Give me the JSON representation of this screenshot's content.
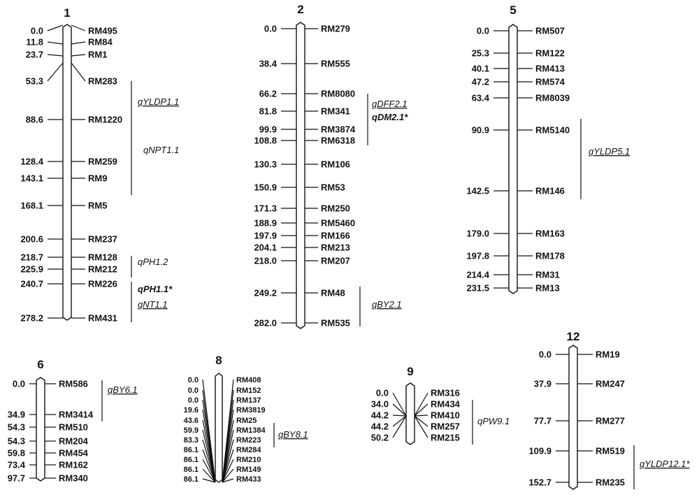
{
  "chromosomes": [
    {
      "id": "chr1",
      "title": "1",
      "small": false,
      "markers": [
        {
          "pos": "0.0",
          "name": "RM495"
        },
        {
          "pos": "11.8",
          "name": "RM84"
        },
        {
          "pos": "23.7",
          "name": "RM1"
        },
        {
          "pos": "53.3",
          "name": "RM283"
        },
        {
          "pos": "88.6",
          "name": "RM1220"
        },
        {
          "pos": "128.4",
          "name": "RM259"
        },
        {
          "pos": "143.1",
          "name": "RM9"
        },
        {
          "pos": "168.1",
          "name": "RM5"
        },
        {
          "pos": "200.6",
          "name": "RM237"
        },
        {
          "pos": "218.7",
          "name": "RM128"
        },
        {
          "pos": "225.9",
          "name": "RM212"
        },
        {
          "pos": "240.7",
          "name": "RM226"
        },
        {
          "pos": "278.2",
          "name": "RM431"
        }
      ],
      "qtls": [
        {
          "labels": [
            {
              "text": "qYLDP1.1",
              "underline": true,
              "bold": false
            }
          ]
        },
        {
          "labels": [
            {
              "text": "qNPT1.1",
              "underline": false,
              "bold": false
            }
          ]
        },
        {
          "labels": [
            {
              "text": "qPH1.2",
              "underline": false,
              "bold": false
            }
          ]
        },
        {
          "labels": [
            {
              "text": "qPH1.1*",
              "underline": false,
              "bold": true
            },
            {
              "text": "qNT1.1",
              "underline": true,
              "bold": false
            }
          ]
        }
      ]
    },
    {
      "id": "chr2",
      "title": "2",
      "small": false,
      "markers": [
        {
          "pos": "0.0",
          "name": "RM279"
        },
        {
          "pos": "38.4",
          "name": "RM555"
        },
        {
          "pos": "66.2",
          "name": "RM8080"
        },
        {
          "pos": "81.8",
          "name": "RM341"
        },
        {
          "pos": "99.9",
          "name": "RM3874"
        },
        {
          "pos": "108.8",
          "name": "RM6318"
        },
        {
          "pos": "130.3",
          "name": "RM106"
        },
        {
          "pos": "150.9",
          "name": "RM53"
        },
        {
          "pos": "171.3",
          "name": "RM250"
        },
        {
          "pos": "188.9",
          "name": "RM5460"
        },
        {
          "pos": "197.9",
          "name": "RM166"
        },
        {
          "pos": "204.1",
          "name": "RM213"
        },
        {
          "pos": "218.0",
          "name": "RM207"
        },
        {
          "pos": "249.2",
          "name": "RM48"
        },
        {
          "pos": "282.0",
          "name": "RM535"
        }
      ],
      "qtls": [
        {
          "labels": [
            {
              "text": "qDFF2.1",
              "underline": true,
              "bold": false
            },
            {
              "text": "qDM2.1*",
              "underline": false,
              "bold": true
            }
          ]
        },
        {
          "labels": [
            {
              "text": "qBY2.1",
              "underline": true,
              "bold": false
            }
          ]
        }
      ]
    },
    {
      "id": "chr5",
      "title": "5",
      "small": false,
      "markers": [
        {
          "pos": "0.0",
          "name": "RM507"
        },
        {
          "pos": "25.3",
          "name": "RM122"
        },
        {
          "pos": "40.1",
          "name": "RM413"
        },
        {
          "pos": "47.2",
          "name": "RM574"
        },
        {
          "pos": "63.4",
          "name": "RM8039"
        },
        {
          "pos": "90.9",
          "name": "RM5140"
        },
        {
          "pos": "142.5",
          "name": "RM146"
        },
        {
          "pos": "179.0",
          "name": "RM163"
        },
        {
          "pos": "197.8",
          "name": "RM178"
        },
        {
          "pos": "214.4",
          "name": "RM31"
        },
        {
          "pos": "231.5",
          "name": "RM13"
        }
      ],
      "qtls": [
        {
          "labels": [
            {
              "text": "qYLDP5.1",
              "underline": true,
              "bold": false
            }
          ]
        }
      ]
    },
    {
      "id": "chr6",
      "title": "6",
      "small": false,
      "markers": [
        {
          "pos": "0.0",
          "name": "RM586"
        },
        {
          "pos": "34.9",
          "name": "RM3414"
        },
        {
          "pos": "54.3",
          "name": "RM510"
        },
        {
          "pos": "54.3",
          "name": "RM204"
        },
        {
          "pos": "59.8",
          "name": "RM454"
        },
        {
          "pos": "73.4",
          "name": "RM162"
        },
        {
          "pos": "97.7",
          "name": "RM340"
        }
      ],
      "qtls": [
        {
          "labels": [
            {
              "text": "qBY6.1",
              "underline": true,
              "bold": false
            }
          ]
        }
      ]
    },
    {
      "id": "chr8",
      "title": "8",
      "small": true,
      "markers": [
        {
          "pos": "0.0",
          "name": "RM408"
        },
        {
          "pos": "0.0",
          "name": "RM152"
        },
        {
          "pos": "0.0",
          "name": "RM137"
        },
        {
          "pos": "19.6",
          "name": "RM3819"
        },
        {
          "pos": "43.6",
          "name": "RM25"
        },
        {
          "pos": "59.9",
          "name": "RM1384"
        },
        {
          "pos": "83.3",
          "name": "RM223"
        },
        {
          "pos": "86.1",
          "name": "RM284"
        },
        {
          "pos": "86.1",
          "name": "RM210"
        },
        {
          "pos": "86.1",
          "name": "RM149"
        },
        {
          "pos": "86.1",
          "name": "RM433"
        }
      ],
      "qtls": [
        {
          "labels": [
            {
              "text": "qBY8.1",
              "underline": true,
              "bold": false
            }
          ]
        }
      ]
    },
    {
      "id": "chr9",
      "title": "9",
      "small": false,
      "markers": [
        {
          "pos": "0.0",
          "name": "RM316"
        },
        {
          "pos": "34.0",
          "name": "RM434"
        },
        {
          "pos": "44.2",
          "name": "RM410"
        },
        {
          "pos": "44.2",
          "name": "RM257"
        },
        {
          "pos": "50.2",
          "name": "RM215"
        }
      ],
      "qtls": [
        {
          "labels": [
            {
              "text": "qPW9.1",
              "underline": false,
              "bold": false
            }
          ]
        }
      ]
    },
    {
      "id": "chr12",
      "title": "12",
      "small": false,
      "markers": [
        {
          "pos": "0.0",
          "name": "RM19"
        },
        {
          "pos": "37.9",
          "name": "RM247"
        },
        {
          "pos": "77.7",
          "name": "RM277"
        },
        {
          "pos": "109.9",
          "name": "RM519"
        },
        {
          "pos": "152.7",
          "name": "RM235"
        }
      ],
      "qtls": [
        {
          "labels": [
            {
              "text": "qYLDP12.1*",
              "underline": true,
              "bold": false
            }
          ]
        }
      ]
    }
  ]
}
